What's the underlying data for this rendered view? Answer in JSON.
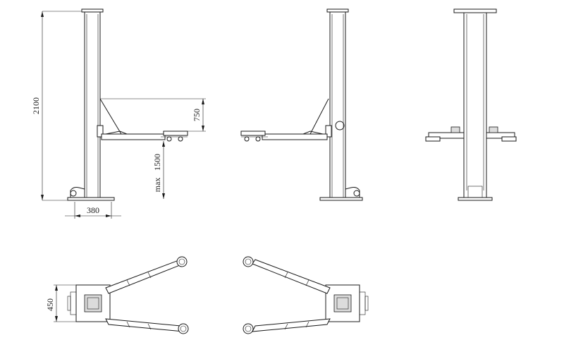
{
  "dimensions": {
    "total_height": "2100",
    "carriage_travel": "750",
    "max_lift_height": "1500",
    "max_label": "max",
    "base_width": "380",
    "arm_spacing": "450"
  }
}
